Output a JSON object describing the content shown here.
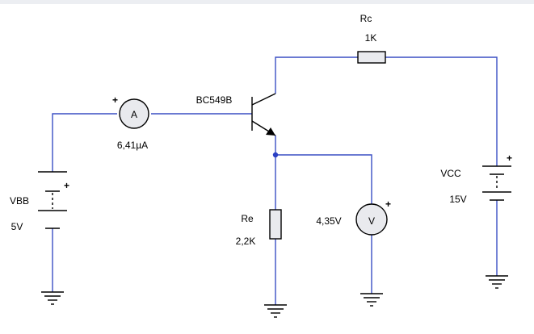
{
  "labels": {
    "rc_name": "Rc",
    "rc_value": "1K",
    "transistor_model": "BC549B",
    "ammeter_reading": "6,41µA",
    "ammeter_symbol": "A",
    "vbb_name": "VBB",
    "vbb_value": "5V",
    "re_name": "Re",
    "re_value": "2,2K",
    "voltmeter_reading": "4,35V",
    "voltmeter_symbol": "V",
    "vcc_name": "VCC",
    "vcc_value": "15V",
    "plus_sign": "+"
  },
  "colors": {
    "wire": "#3a4fc4",
    "component_fill": "#e9eaee",
    "component_stroke": "#000000",
    "junction": "#2a3fc4"
  }
}
